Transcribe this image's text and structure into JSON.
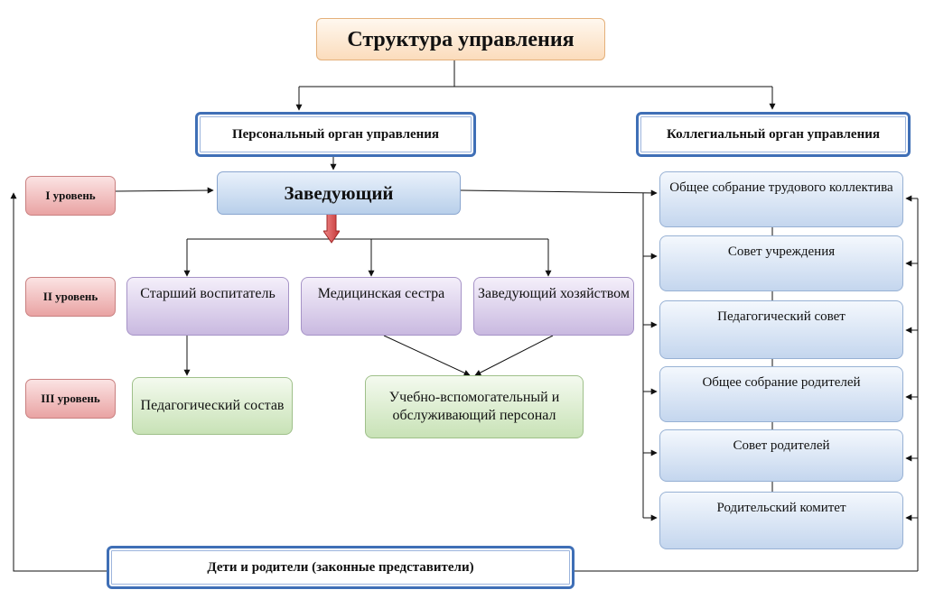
{
  "title": "Структура управления",
  "personal_organ": "Персональный орган управления",
  "collegial_organ": "Коллегиальный орган управления",
  "levels": [
    "I уровень",
    "II уровень",
    "III уровень"
  ],
  "head": "Заведующий",
  "level2": {
    "senior_teacher": "Старший воспитатель",
    "nurse": "Медицинская сестра",
    "housekeeper": "Заведующий хозяйством"
  },
  "level3": {
    "pedagogical_staff": "Педагогический состав",
    "support_staff": "Учебно-вспомогательный и обслуживающий персонал"
  },
  "councils": [
    "Общее собрание трудового коллектива",
    "Совет учреждения",
    "Педагогический совет",
    "Общее собрание родителей",
    "Совет родителей",
    "Родительский комитет"
  ],
  "bottom": "Дети и родители (законные представители)",
  "colors": {
    "organ_border": "#3f6fb6",
    "level_fill": "#e9a3a3",
    "head_fill": "#b8cfea",
    "level2_fill": "#c9b9e0",
    "level3_fill": "#c8e2b6",
    "arrow_red": "#d04545"
  }
}
